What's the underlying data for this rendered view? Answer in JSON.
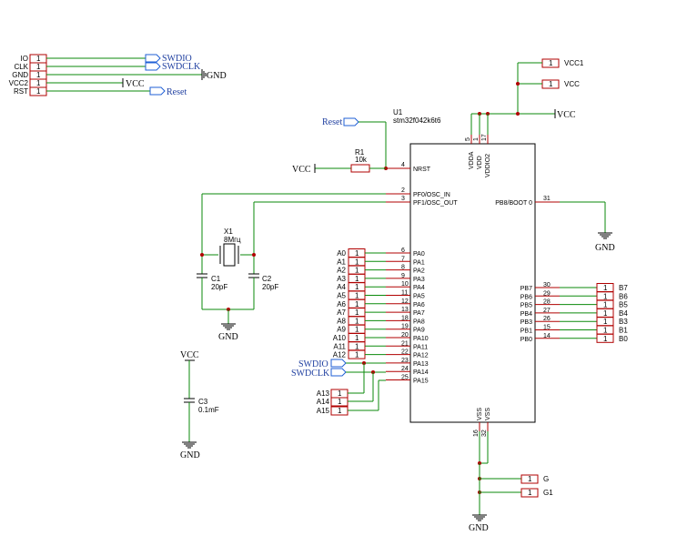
{
  "header_connector": {
    "labels": [
      "IO",
      "CLK",
      "GND",
      "VCC2",
      "RST"
    ],
    "pin": "1",
    "nets": [
      "SWDIO",
      "SWDCLK",
      "GND",
      "VCC",
      "Reset"
    ]
  },
  "top_right_connector": {
    "labels": [
      "VCC1",
      "VCC"
    ],
    "pin": "1",
    "net": "VCC"
  },
  "mcu": {
    "designator": "U1",
    "part": "stm32f042k6t6",
    "pin_nrst_num": "4",
    "pin_nrst": "NRST",
    "pin_osc_in_num": "2",
    "pin_osc_in": "PF0/OSC_IN",
    "pin_osc_out_num": "3",
    "pin_osc_out": "PF1/OSC_OUT",
    "pin_boot_num": "31",
    "pin_boot": "PB8/BOOT 0",
    "top_pins": [
      {
        "num": "5",
        "name": "VDDA"
      },
      {
        "num": "1",
        "name": "VDD"
      },
      {
        "num": "17",
        "name": "VDDIO2"
      }
    ],
    "bottom_pins": [
      {
        "num": "16",
        "name": "VSS"
      },
      {
        "num": "32",
        "name": "VSS"
      }
    ],
    "left_pins": [
      {
        "num": "6",
        "name": "PA0"
      },
      {
        "num": "7",
        "name": "PA1"
      },
      {
        "num": "8",
        "name": "PA2"
      },
      {
        "num": "9",
        "name": "PA3"
      },
      {
        "num": "10",
        "name": "PA4"
      },
      {
        "num": "11",
        "name": "PA5"
      },
      {
        "num": "12",
        "name": "PA6"
      },
      {
        "num": "13",
        "name": "PA7"
      },
      {
        "num": "18",
        "name": "PA8"
      },
      {
        "num": "19",
        "name": "PA9"
      },
      {
        "num": "20",
        "name": "PA10"
      },
      {
        "num": "21",
        "name": "PA11"
      },
      {
        "num": "22",
        "name": "PA12"
      },
      {
        "num": "23",
        "name": "PA13"
      },
      {
        "num": "24",
        "name": "PA14"
      },
      {
        "num": "25",
        "name": "PA15"
      }
    ],
    "right_pins": [
      {
        "num": "30",
        "name": "PB7"
      },
      {
        "num": "29",
        "name": "PB6"
      },
      {
        "num": "28",
        "name": "PB5"
      },
      {
        "num": "27",
        "name": "PB4"
      },
      {
        "num": "26",
        "name": "PB3"
      },
      {
        "num": "15",
        "name": "PB1"
      },
      {
        "num": "14",
        "name": "PB0"
      }
    ]
  },
  "left_connectors": [
    "A0",
    "A1",
    "A2",
    "A3",
    "A4",
    "A5",
    "A6",
    "A7",
    "A8",
    "A9",
    "A10",
    "A11",
    "A12"
  ],
  "low_left_connectors": [
    "A13",
    "A14",
    "A15"
  ],
  "right_connectors": [
    "B7",
    "B6",
    "B5",
    "B4",
    "B3",
    "B1",
    "B0"
  ],
  "gnd_connectors": [
    "G",
    "G1"
  ],
  "reset_resistor": {
    "designator": "R1",
    "value": "10k"
  },
  "crystal": {
    "designator": "X1",
    "value": "8Mгц"
  },
  "cap1": {
    "designator": "C1",
    "value": "20pF"
  },
  "cap2": {
    "designator": "C2",
    "value": "20pF"
  },
  "cap3": {
    "designator": "C3",
    "value": "0.1mF"
  },
  "nets": {
    "vcc": "VCC",
    "gnd": "GND",
    "reset": "Reset",
    "swdio": "SWDIO",
    "swdclk": "SWDCLK"
  },
  "colors": {
    "wire": "#0b8a0b",
    "pin": "#b00000",
    "flag": "#1f5fd6"
  }
}
